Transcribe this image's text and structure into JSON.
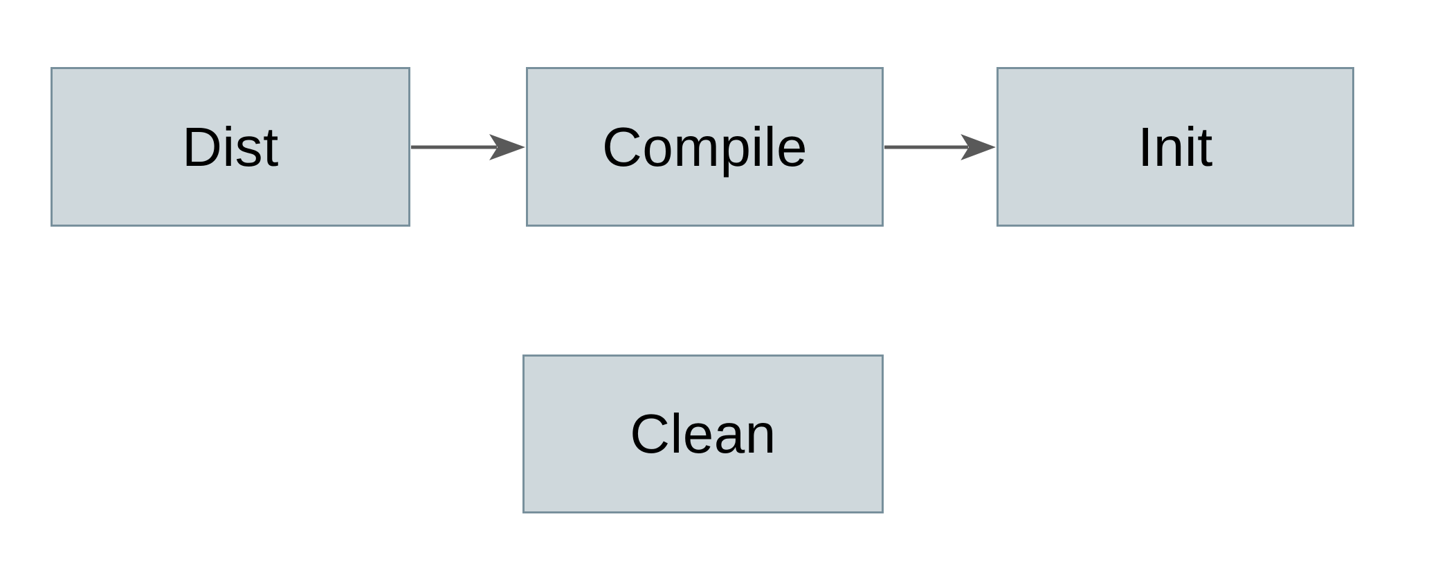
{
  "diagram": {
    "type": "flowchart",
    "nodes": [
      {
        "id": "dist",
        "label": "Dist"
      },
      {
        "id": "compile",
        "label": "Compile"
      },
      {
        "id": "init",
        "label": "Init"
      },
      {
        "id": "clean",
        "label": "Clean"
      }
    ],
    "edges": [
      {
        "from": "Dist",
        "to": "Compile"
      },
      {
        "from": "Compile",
        "to": "Init"
      }
    ],
    "colors": {
      "node_fill": "#cfd8dc",
      "node_border": "#78909c",
      "arrow": "#595959",
      "text": "#000000",
      "background": "#ffffff"
    }
  }
}
